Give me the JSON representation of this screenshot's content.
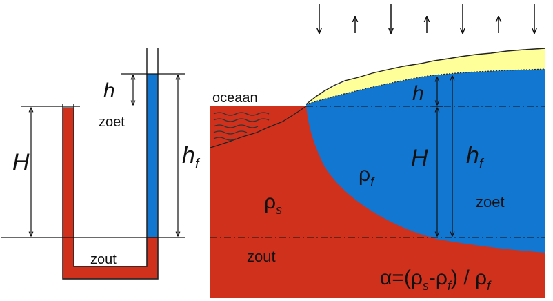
{
  "colors": {
    "salt": "#d0311c",
    "fresh": "#1177d1",
    "sand": "#ffff99",
    "line": "#111111"
  },
  "tube": {
    "label_h": "h",
    "label_H": "H",
    "label_hf": "h",
    "label_hf_sub": "f",
    "label_fresh": "zoet",
    "label_salt": "zout"
  },
  "coast": {
    "label_ocean": "oceaan",
    "label_h": "h",
    "label_H": "H",
    "label_hf": "h",
    "label_hf_sub": "f",
    "label_rho_f": "ρ",
    "label_rho_f_sub": "f",
    "label_rho_s": "ρ",
    "label_rho_s_sub": "s",
    "label_fresh": "zoet",
    "label_salt": "zout",
    "formula": {
      "alpha": "α",
      "eq": "=(ρ",
      "sub_s": "s",
      "minus": "-ρ",
      "sub_f": "f",
      "close": ") / ρ",
      "sub_f2": "f"
    },
    "arrows": [
      "down",
      "up",
      "down",
      "up",
      "down",
      "up",
      "down"
    ]
  }
}
